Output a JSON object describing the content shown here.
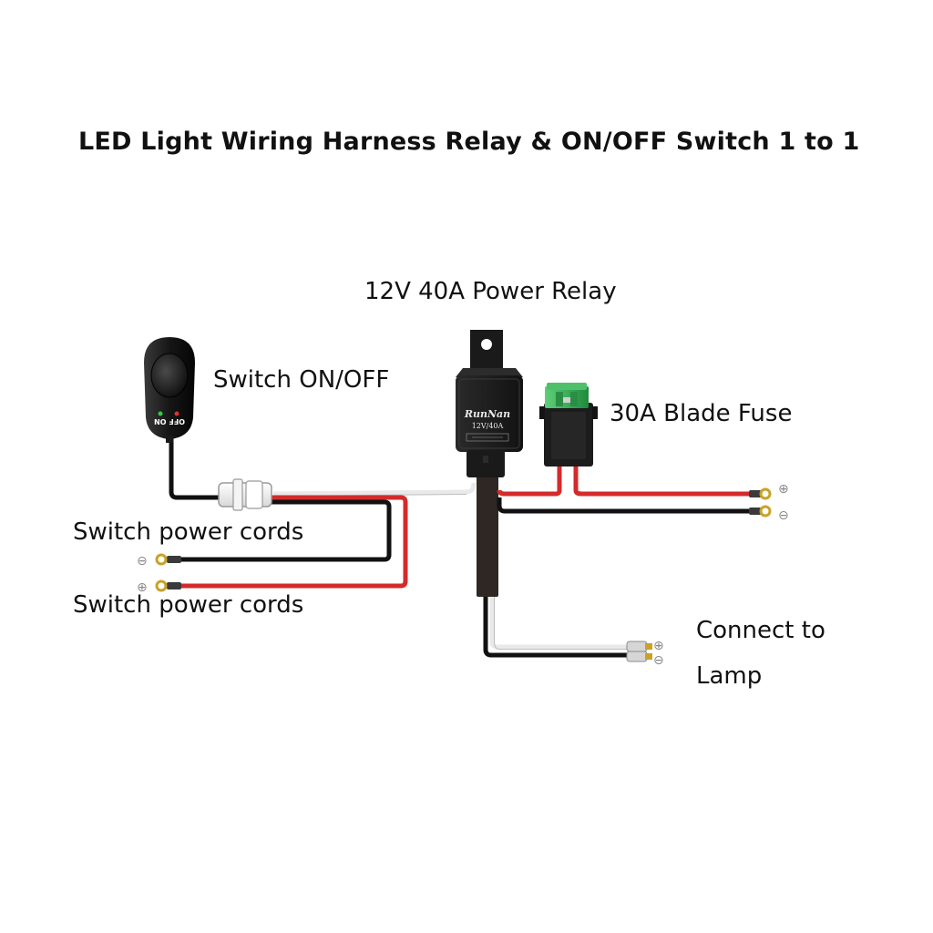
{
  "title": "LED Light Wiring Harness Relay & ON/OFF Switch 1 to 1",
  "labels": {
    "relay": "12V 40A Power Relay",
    "switch": "Switch ON/OFF",
    "fuse": "30A Blade Fuse",
    "switch_cords_negative": "Switch power cords",
    "switch_cords_positive": "Switch power cords",
    "lamp_line1": "Connect to",
    "lamp_line2": "Lamp"
  },
  "relay_body": {
    "brand": "RunNan",
    "rating": "12V/40A"
  },
  "switch_body": {
    "marking": "OFF ON"
  },
  "symbols": {
    "positive": "⊕",
    "negative": "⊖"
  },
  "colors": {
    "red_wire": "#d42a2a",
    "black_wire": "#111111",
    "white_wire": "#e9e9e9",
    "fuse_green": "#2fa84f",
    "relay_body": "#1c1c1c",
    "terminal_gold": "#c9a227"
  }
}
